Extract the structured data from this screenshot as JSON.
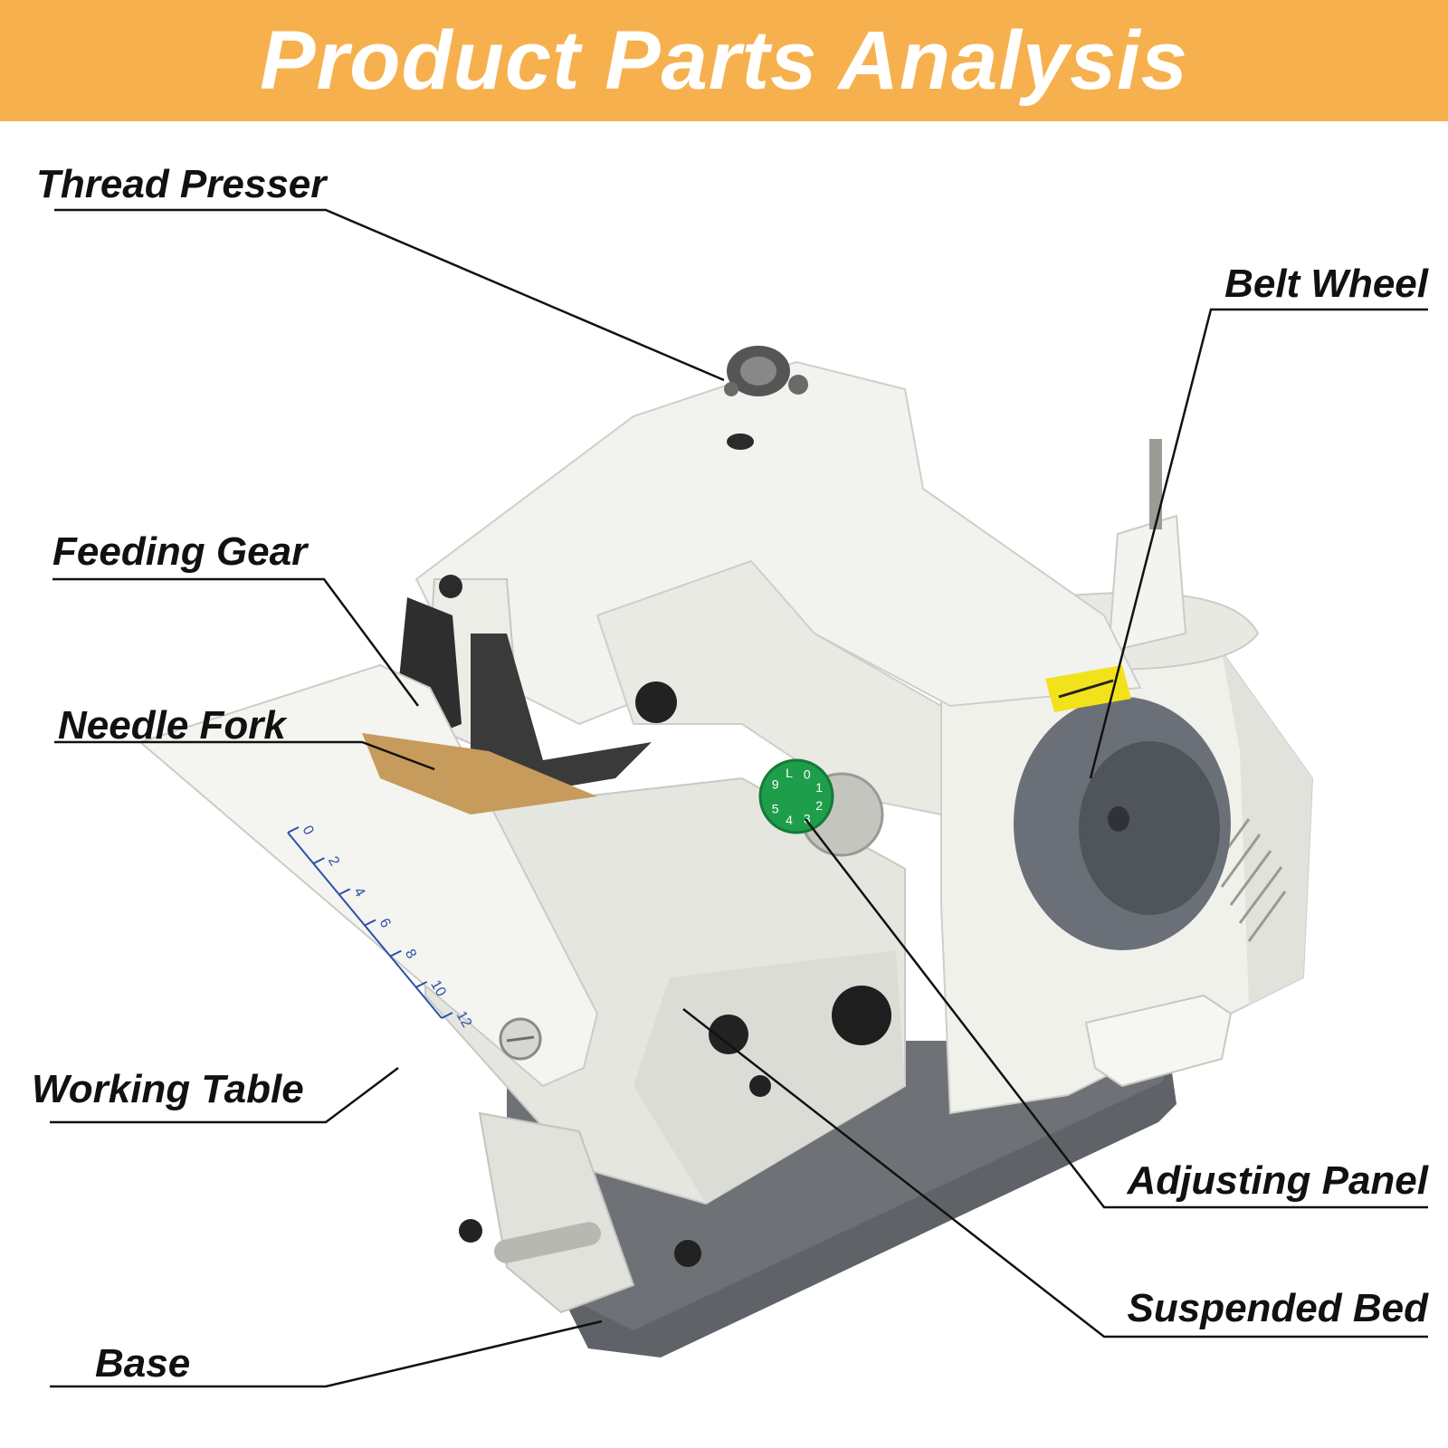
{
  "title": "Product Parts Analysis",
  "colors": {
    "banner": "#F6B14E",
    "machine_body": "#EFEFEA",
    "machine_shade": "#D9D9D3",
    "base": "#5F6368",
    "dial_green": "#1E9E4A",
    "warning_label": "#F2E21B",
    "leader_line": "#111111"
  },
  "labels": {
    "thread_presser": "Thread Presser",
    "feeding_gear": "Feeding Gear",
    "needle_fork": "Needle Fork",
    "working_table": "Working Table",
    "base": "Base",
    "belt_wheel": "Belt Wheel",
    "adjusting_panel": "Adjusting Panel",
    "suspended_bed": "Suspended Bed"
  },
  "scale": {
    "ticks": [
      "0",
      "2",
      "4",
      "6",
      "8",
      "10",
      "12"
    ]
  },
  "dial": {
    "digits": [
      "9",
      "L",
      "0",
      "1",
      "2",
      "3",
      "4",
      "5"
    ]
  }
}
